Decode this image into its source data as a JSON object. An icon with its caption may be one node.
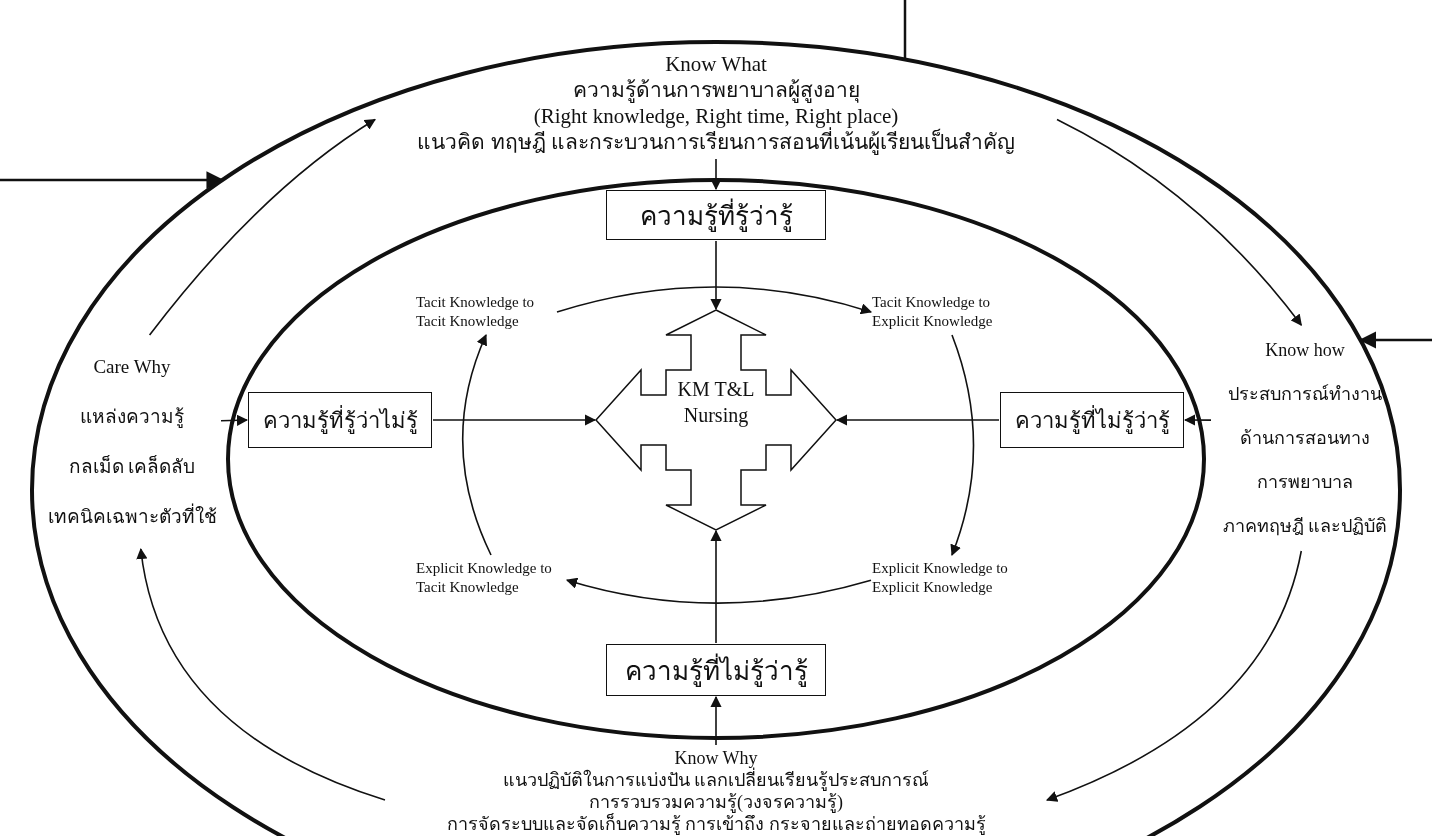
{
  "diagram": {
    "nodes": [
      {
        "text": [],
        "shape": "ellipse"
      },
      {
        "text": [
          "Know What",
          "ความรู้ด้านการพยาบาลผู้สูงอายุ",
          "(Right knowledge, Right time, Right place)",
          "แนวคิด ทฤษฎี และกระบวนการเรียนการสอนที่เน้นผู้เรียนเป็นสำคัญ"
        ],
        "in": 0
      },
      {
        "text": [
          "Care Why",
          "แหล่งความรู้",
          "กลเม็ด เคล็ดลับ",
          "เทคนิคเฉพาะตัวที่ใช้"
        ],
        "in": 0
      },
      {
        "text": [
          "Know how",
          "ประสบการณ์ทำงาน",
          "ด้านการสอนทาง",
          "การพยาบาล",
          "ภาคทฤษฎี และปฏิบัติ"
        ],
        "in": 0
      },
      {
        "text": [
          "Know Why",
          "แนวปฏิบัติในการแบ่งปัน แลกเปลี่ยนเรียนรู้ประสบการณ์",
          "การรวบรวมความรู้(วงจรความรู้)",
          "การจัดระบบและจัดเก็บความรู้ การเข้าถึง กระจายและถ่ายทอดความรู้"
        ],
        "in": 0
      },
      {
        "text": [],
        "shape": "ellipse",
        "in": 0
      },
      {
        "text": [
          "ความรู้ที่รู้ว่ารู้"
        ],
        "in": 5
      },
      {
        "text": [
          "Tacit Knowledge to Tacit Knowledge"
        ],
        "in": 5
      },
      {
        "text": [
          "Tacit Knowledge to Explicit Knowledge"
        ],
        "in": 5
      },
      {
        "text": [
          "ความรู้ที่รู้ว่าไม่รู้"
        ],
        "in": 5
      },
      {
        "text": [
          "KM T&L Nursing"
        ],
        "in": 5
      },
      {
        "text": [
          "ความรู้ที่ไม่รู้ว่ารู้"
        ],
        "in": 5
      },
      {
        "text": [
          "Explicit Knowledge to Tacit Knowledge"
        ],
        "in": 5
      },
      {
        "text": [
          "Explicit Knowledge to Explicit Knowledge"
        ],
        "in": 5
      },
      {
        "text": [
          "ความรู้ที่ไม่รู้ว่ารู้"
        ],
        "in": 5
      }
    ],
    "edges": [
      {
        "from": null,
        "to": 0,
        "arrow": "none"
      },
      {
        "from": null,
        "to": 0,
        "arrow": "to"
      },
      {
        "from": null,
        "to": 0,
        "arrow": "to"
      },
      {
        "from": 2,
        "to": 1,
        "arrow": "to"
      },
      {
        "from": 1,
        "to": 3,
        "arrow": "to"
      },
      {
        "from": 3,
        "to": 4,
        "arrow": "to"
      },
      {
        "from": 4,
        "to": 2,
        "arrow": "to"
      },
      {
        "from": 1,
        "to": 6,
        "arrow": "to"
      },
      {
        "from": 2,
        "to": 9,
        "arrow": "to"
      },
      {
        "from": 3,
        "to": 11,
        "arrow": "to"
      },
      {
        "from": 4,
        "to": 14,
        "arrow": "to"
      },
      {
        "from": 6,
        "to": 10,
        "arrow": "to"
      },
      {
        "from": 9,
        "to": 10,
        "arrow": "to"
      },
      {
        "from": 11,
        "to": 10,
        "arrow": "to"
      },
      {
        "from": 14,
        "to": 10,
        "arrow": "to"
      },
      {
        "from": 7,
        "to": 8,
        "arrow": "to"
      },
      {
        "from": 8,
        "to": 13,
        "arrow": "to"
      },
      {
        "from": 13,
        "to": 12,
        "arrow": "to"
      },
      {
        "from": 12,
        "to": 7,
        "arrow": "to"
      }
    ]
  }
}
